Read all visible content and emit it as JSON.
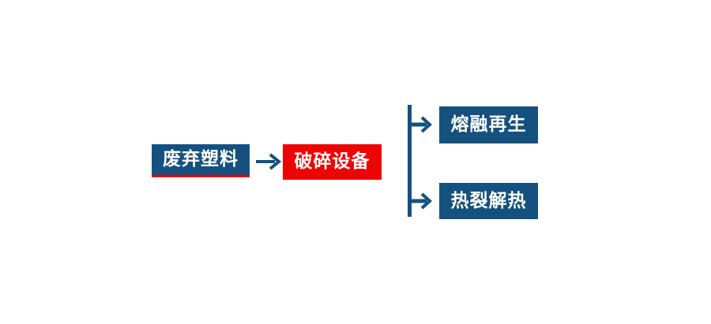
{
  "diagram": {
    "title": "",
    "background_color": "#FFFFFF",
    "colors": {
      "primary_blue": "#15517E",
      "accent_red": "#ED0404",
      "underline_red": "#E8000D",
      "connector_blue": "#15517E",
      "node_text": "#FFFFFF"
    },
    "nodes": [
      {
        "id": "input",
        "label": "废弃塑料",
        "fill": "#15517E",
        "accent": "#E8000D",
        "shape": "rectangle"
      },
      {
        "id": "crusher",
        "label": "破碎设备",
        "fill": "#ED0404",
        "accent": "",
        "shape": "rectangle"
      },
      {
        "id": "output_1",
        "label": "熔融再生",
        "fill": "#15517E",
        "accent": "",
        "shape": "rectangle"
      },
      {
        "id": "output_2",
        "label": "热裂解热",
        "fill": "#15517E",
        "accent": "",
        "shape": "rectangle"
      }
    ],
    "connectors": [
      {
        "id": "main_arrow",
        "from": "input",
        "to": "crusher",
        "icon": "arrow-right-icon",
        "style": "straight"
      },
      {
        "id": "branch_split",
        "from": "crusher",
        "to": "output_1,output_2",
        "icon": "branch-arrow-icon",
        "style": "split-vertical"
      }
    ]
  }
}
